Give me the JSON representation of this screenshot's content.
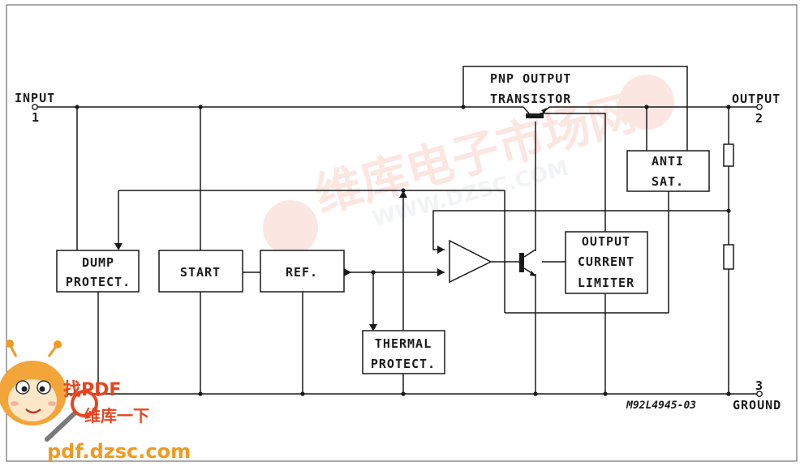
{
  "terminals": {
    "input": {
      "label": "INPUT",
      "number": "1"
    },
    "output": {
      "label": "OUTPUT",
      "number": "2"
    },
    "ground": {
      "label": "GROUND",
      "number": "3"
    }
  },
  "transistor_label": {
    "line1": "PNP OUTPUT",
    "line2": "TRANSISTOR"
  },
  "blocks": {
    "dump": {
      "line1": "DUMP",
      "line2": "PROTECT."
    },
    "start": {
      "line1": "START"
    },
    "ref": {
      "line1": "REF."
    },
    "thermal": {
      "line1": "THERMAL",
      "line2": "PROTECT."
    },
    "limiter": {
      "line1": "OUTPUT",
      "line2": "CURRENT",
      "line3": "LIMITER"
    },
    "antisat": {
      "line1": "ANTI",
      "line2": "SAT."
    }
  },
  "drawing_code": "M92L4945-03",
  "watermark": {
    "cn_main": "维库电子市场网",
    "url_top": "WWW.DZSC.COM",
    "badge_line1": "找PDF",
    "badge_line2": "维库一下",
    "badge_url": "pdf.dzsc.com",
    "colors": {
      "red": "#e8441e",
      "orange": "#f29a1f"
    }
  }
}
